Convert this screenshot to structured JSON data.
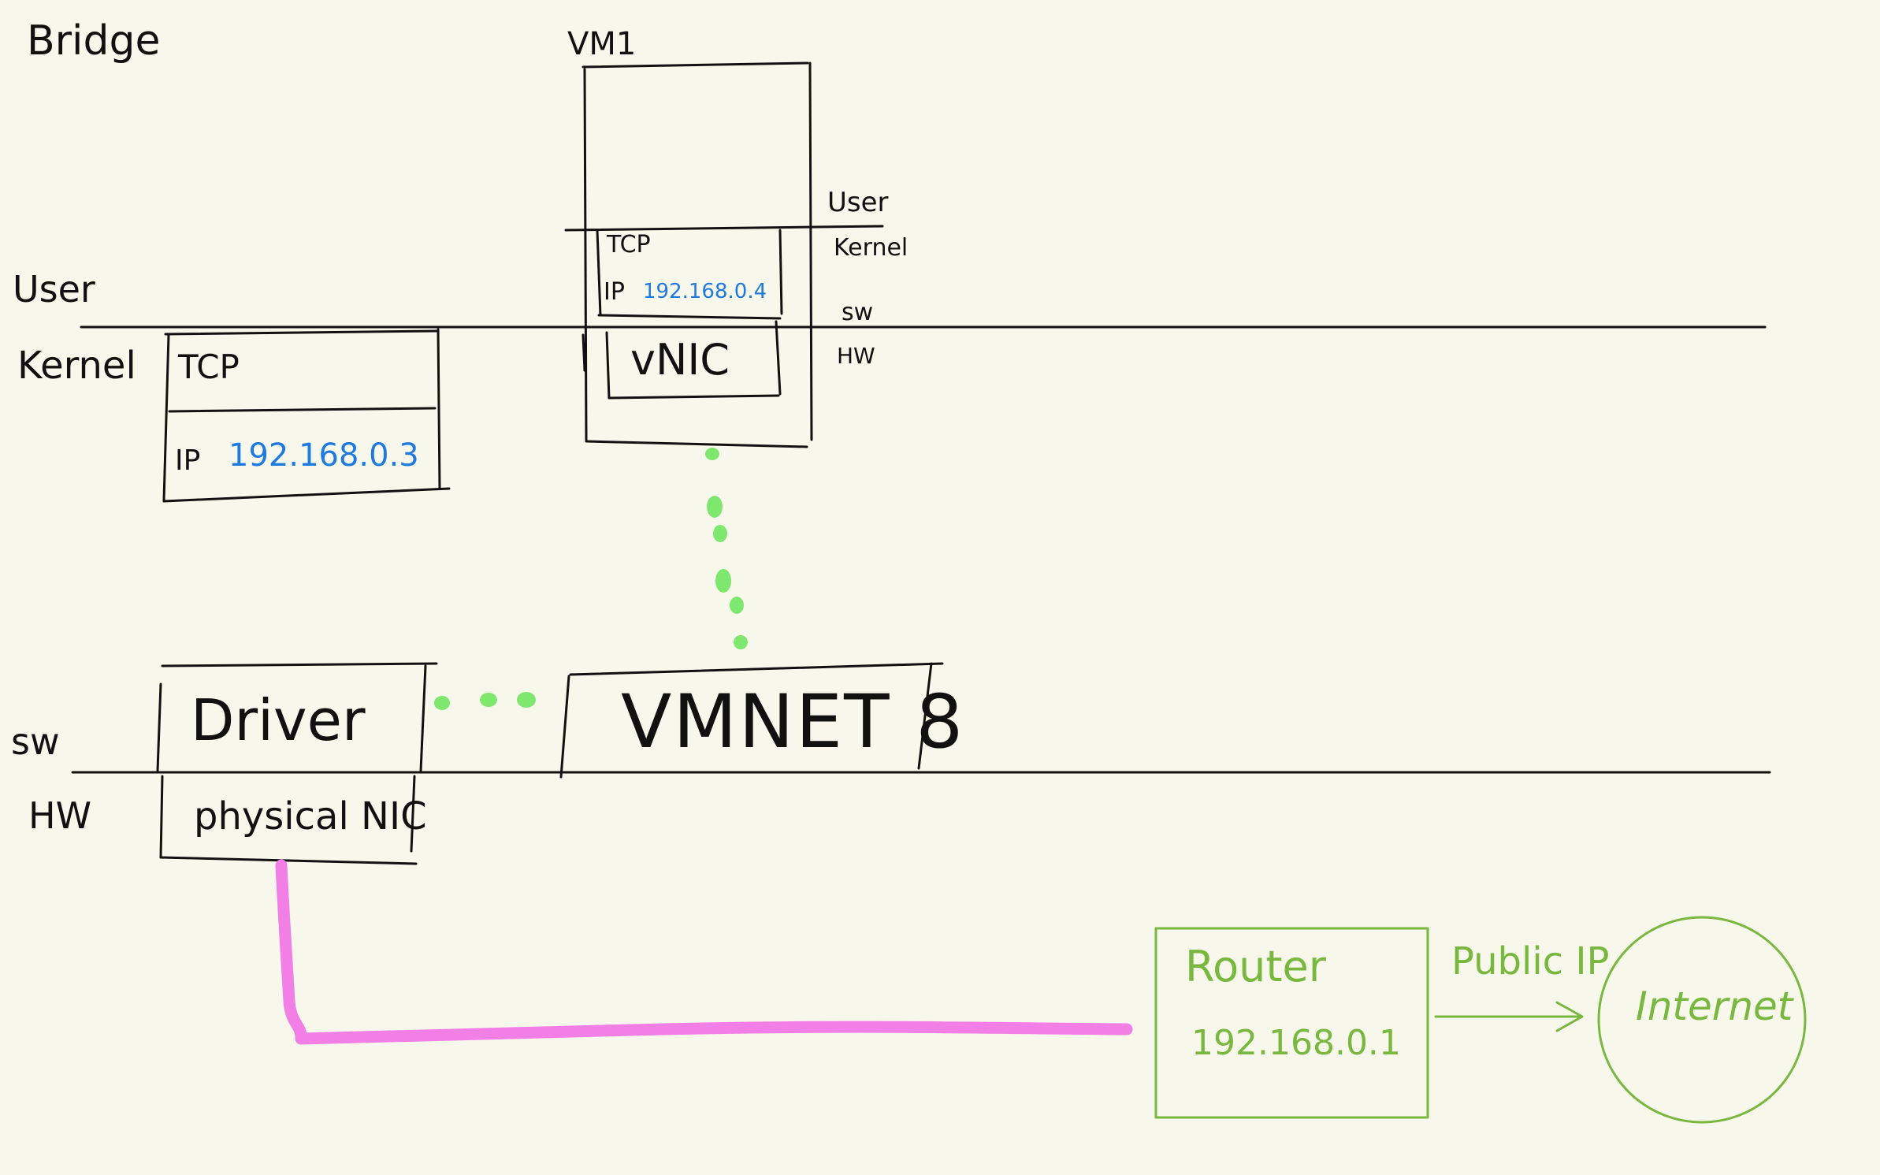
{
  "title": "Bridge",
  "colors": {
    "ink": "#111111",
    "ip": "#1f7ae0",
    "network": "#78b83e",
    "virtual_link": "#7de86d",
    "physical_link": "#f27fe6",
    "background": "#f8f7eb"
  },
  "layers": {
    "user": "User",
    "kernel": "Kernel",
    "sw": "sw",
    "hw": "HW"
  },
  "host": {
    "tcp": "TCP",
    "ip_label": "IP",
    "ip_address": "192.168.0.3",
    "driver": "Driver",
    "nic": "physical NIC"
  },
  "vm": {
    "name": "VM1",
    "user": "User",
    "kernel": "Kernel",
    "sw": "sw",
    "hw": "HW",
    "tcp": "TCP",
    "ip_label": "IP",
    "ip_address": "192.168.0.4",
    "vnic": "vNIC"
  },
  "vmnet": "VMNET 8",
  "router": {
    "label": "Router",
    "ip": "192.168.0.1"
  },
  "public_ip": "Public IP",
  "internet": "Internet"
}
